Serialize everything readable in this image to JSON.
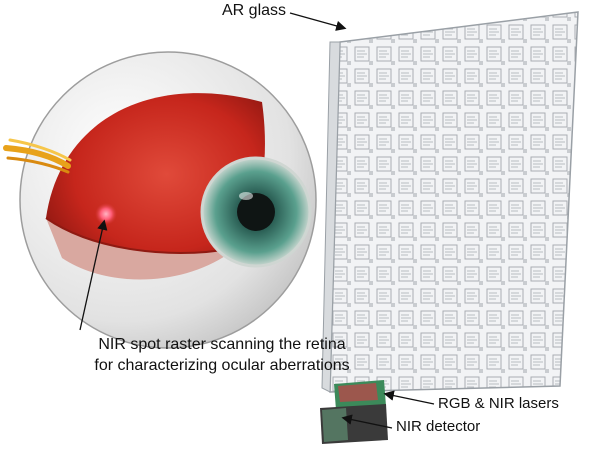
{
  "labels": {
    "ar_glass": "AR glass",
    "nir_spot": "NIR spot raster scanning the retina for characterizing ocular aberrations",
    "rgb_nir_lasers": "RGB & NIR lasers",
    "nir_detector": "NIR detector"
  },
  "colors": {
    "retina": "#c6261c",
    "sclera": "#e9e9e9",
    "iris": "#3f8a7c",
    "glass": "#eef0f2",
    "laser_green": "#3c8a5a",
    "laser_red": "#b44a4a",
    "detector": "#3a3a3a"
  }
}
